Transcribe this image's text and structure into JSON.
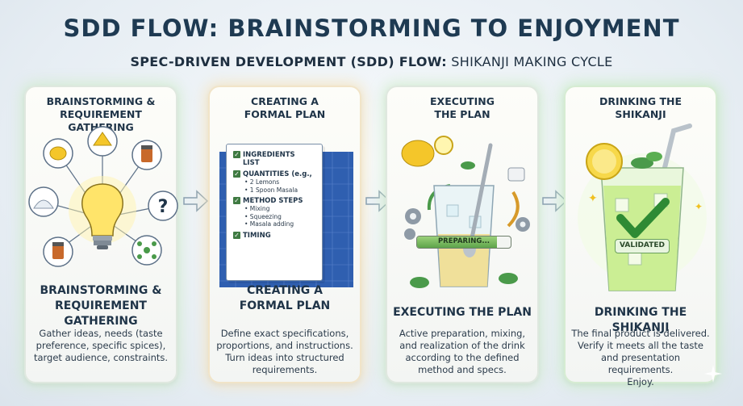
{
  "title": "SDD FLOW: BRAINSTORMING TO ENJOYMENT",
  "subtitle_bold": "SPEC-DRIVEN DEVELOPMENT (SDD) FLOW:",
  "subtitle_rest": " SHIKANJI MAKING CYCLE",
  "steps": [
    {
      "top_label": [
        "BRAINSTORMING &",
        "REQUIREMENT GATHERING"
      ],
      "heading": [
        "BRAINSTORMING &",
        "REQUIREMENT GATHERING"
      ],
      "description": [
        "Gather ideas, needs (taste",
        "preference, specific spices),",
        "target audience, constraints."
      ],
      "icons": [
        "lemon-icon",
        "lemon-wedge-icon",
        "spice-jar-icon",
        "question-icon",
        "network-icon",
        "spice-jar-icon",
        "salt-icon",
        "lightbulb-icon"
      ]
    },
    {
      "top_label": [
        "CREATING A",
        "FORMAL PLAN"
      ],
      "heading": [
        "CREATING A",
        "FORMAL PLAN"
      ],
      "description": [
        "Define exact specifications,",
        "proportions, and instructions.",
        "Turn ideas into structured",
        "requirements."
      ],
      "document": {
        "ingredients": [
          "INGREDIENTS",
          "LIST"
        ],
        "quantities": [
          "QUANTITIES (e.g.,",
          "• 2 Lemons",
          "• 1 Spoon Masala"
        ],
        "method": [
          "METHOD STEPS",
          "• Mixing",
          "• Squeezing",
          "• Masala adding"
        ],
        "timing": "TIMING"
      }
    },
    {
      "top_label": [
        "EXECUTING",
        "THE PLAN"
      ],
      "heading": [
        "EXECUTING THE PLAN"
      ],
      "description": [
        "Active preparation, mixing,",
        "and realization of the drink",
        "according to the defined",
        "method and specs."
      ],
      "progress_label": "PREPARING...",
      "progress_value": 0.85
    },
    {
      "top_label": [
        "DRINKING THE",
        "SHIKANJI"
      ],
      "heading": [
        "DRINKING THE SHIKANJI"
      ],
      "description": [
        "The final product is delivered.",
        "Verify it meets all the taste",
        "and presentation requirements.",
        "Enjoy."
      ],
      "badge_label": "VALIDATED"
    }
  ],
  "colors": {
    "title": "#1e3a52",
    "accent_green": "#3f7a42",
    "lemon": "#f4c62a",
    "plan_blue": "#2f5fb0"
  }
}
